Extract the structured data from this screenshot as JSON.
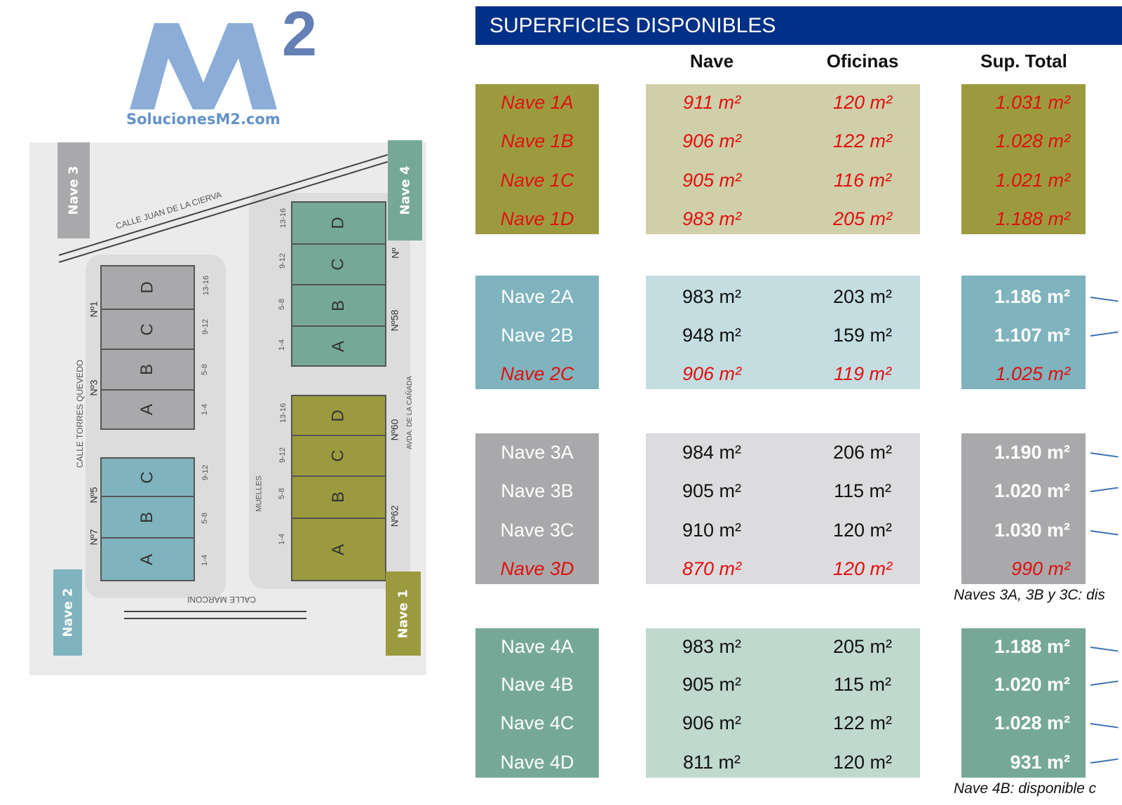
{
  "title": "SUPERFICIES DISPONIBLES",
  "columns": {
    "nave": "Nave",
    "oficinas": "Oficinas",
    "total": "Sup. Total"
  },
  "groups": [
    {
      "block_color": "#9c9a3f",
      "light_color": "#cfcfa9",
      "label_color": "#ffffff",
      "rows": [
        {
          "name": "Nave 1A",
          "nave": "911 m²",
          "oficinas": "120 m²",
          "total": "1.031 m²",
          "red": true
        },
        {
          "name": "Nave 1B",
          "nave": "906 m²",
          "oficinas": "122 m²",
          "total": "1.028 m²",
          "red": true
        },
        {
          "name": "Nave 1C",
          "nave": "905 m²",
          "oficinas": "116 m²",
          "total": "1.021 m²",
          "red": true
        },
        {
          "name": "Nave 1D",
          "nave": "983 m²",
          "oficinas": "205 m²",
          "total": "1.188 m²",
          "red": true
        }
      ]
    },
    {
      "block_color": "#7fb3bd",
      "light_color": "#c4dde1",
      "rows": [
        {
          "name": "Nave 2A",
          "nave": "983 m²",
          "oficinas": "203 m²",
          "total": "1.186 m²",
          "red": false
        },
        {
          "name": "Nave 2B",
          "nave": "948 m²",
          "oficinas": "159 m²",
          "total": "1.107 m²",
          "red": false
        },
        {
          "name": "Nave 2C",
          "nave": "906 m²",
          "oficinas": "119 m²",
          "total": "1.025 m²",
          "red": true
        }
      ]
    },
    {
      "block_color": "#a9a9ab",
      "light_color": "#dcdcde",
      "rows": [
        {
          "name": "Nave 3A",
          "nave": "984 m²",
          "oficinas": "206 m²",
          "total": "1.190 m²",
          "red": false
        },
        {
          "name": "Nave 3B",
          "nave": "905 m²",
          "oficinas": "115 m²",
          "total": "1.020 m²",
          "red": false
        },
        {
          "name": "Nave 3C",
          "nave": "910 m²",
          "oficinas": "120 m²",
          "total": "1.030 m²",
          "red": false
        },
        {
          "name": "Nave 3D",
          "nave": "870 m²",
          "oficinas": "120 m²",
          "total": "990 m²",
          "red": true
        }
      ],
      "note": "Naves 3A, 3B y 3C: dis"
    },
    {
      "block_color": "#76a898",
      "light_color": "#c0d9cf",
      "rows": [
        {
          "name": "Nave 4A",
          "nave": "983 m²",
          "oficinas": "205 m²",
          "total": "1.188 m²",
          "red": false
        },
        {
          "name": "Nave 4B",
          "nave": "905 m²",
          "oficinas": "115 m²",
          "total": "1.020 m²",
          "red": false
        },
        {
          "name": "Nave 4C",
          "nave": "906 m²",
          "oficinas": "122 m²",
          "total": "1.028 m²",
          "red": false
        },
        {
          "name": "Nave 4D",
          "nave": "811 m²",
          "oficinas": "120 m²",
          "total": "931 m²",
          "red": false
        }
      ],
      "note": "Nave 4B: disponible c"
    }
  ],
  "logo": {
    "mark": "M",
    "sup": "2",
    "text": "SolucionesM2.com"
  },
  "map": {
    "tags": {
      "nave1": "Nave 1",
      "nave2": "Nave 2",
      "nave3": "Nave 3",
      "nave4": "Nave 4"
    },
    "streets": {
      "juan": "CALLE JUAN DE LA CIERVA",
      "torres": "CALLE TORRES QUEVEDO",
      "marconi": "CALLE MARCONI",
      "canada": "AVDA. DE LA CAÑADA",
      "muelles": "MUELLES"
    },
    "numbers": {
      "n1": "Nº1",
      "n3": "Nº3",
      "n5": "Nº5",
      "n7": "Nº7",
      "n56": "Nº",
      "n58": "Nº58",
      "n60": "Nº60",
      "n62": "Nº62"
    },
    "docks": {
      "d1": "13-16",
      "d2": "9-12",
      "d3": "5-8",
      "d4": "1-4"
    },
    "units": {
      "a": "A",
      "b": "B",
      "c": "C",
      "d": "D"
    },
    "colors": {
      "gray": "#a9a9ab",
      "blue": "#7fb3bd",
      "green": "#76a898",
      "olive": "#9c9a3f"
    }
  }
}
